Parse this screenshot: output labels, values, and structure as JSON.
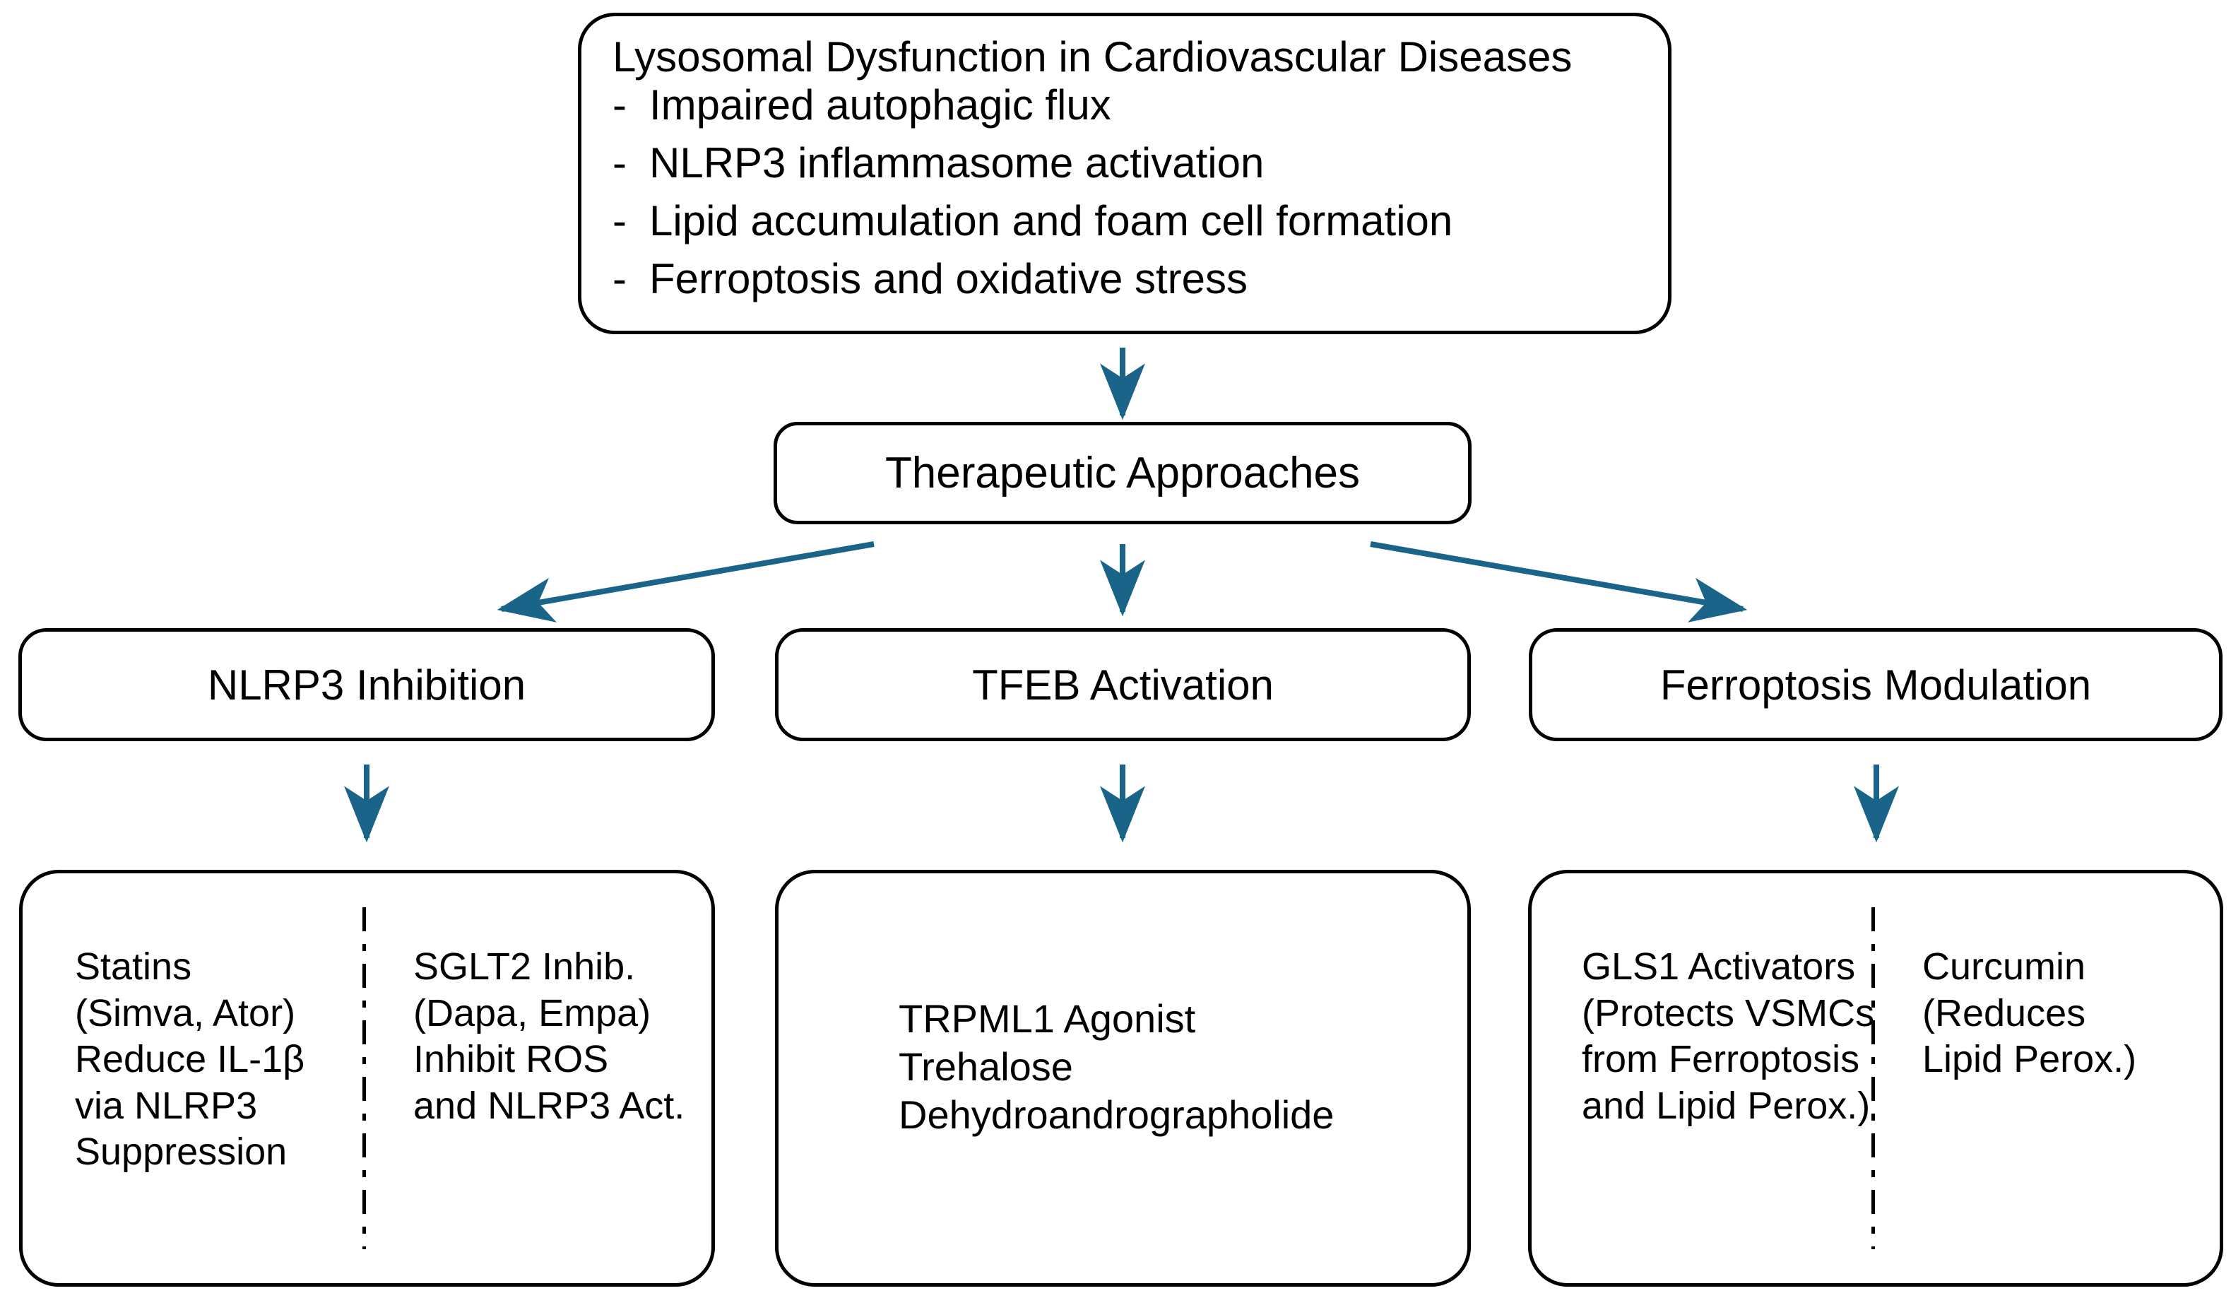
{
  "colors": {
    "arrow": "#1B6489",
    "box_border": "#000000",
    "text": "#000000",
    "background": "#FFFFFF"
  },
  "top_box": {
    "title": "Lysosomal Dysfunction in Cardiovascular Diseases",
    "bullet_marker": "-",
    "bullets": [
      "Impaired autophagic flux",
      "NLRP3 inflammasome activation",
      "Lipid accumulation and foam cell formation",
      "Ferroptosis and oxidative stress"
    ]
  },
  "hub": {
    "title": "Therapeutic Approaches"
  },
  "pillars": [
    {
      "title": "NLRP3 Inhibition"
    },
    {
      "title": "TFEB Activation"
    },
    {
      "title": "Ferroptosis Modulation"
    }
  ],
  "panels": {
    "nlrp3": {
      "split": true,
      "left_column": "Statins\n(Simva, Ator)\nReduce IL-1β\nvia NLRP3\nSuppression",
      "right_column": "SGLT2 Inhib.\n(Dapa, Empa)\nInhibit ROS\nand NLRP3 Act."
    },
    "tfeb": {
      "split": false,
      "text": "TRPML1 Agonist\nTrehalose\nDehydroandrographolide"
    },
    "ferroptosis": {
      "split": true,
      "left_column": "GLS1 Activators\n(Protects VSMCs\nfrom Ferroptosis\nand Lipid Perox.)",
      "right_column": "Curcumin\n(Reduces\nLipid Perox.)"
    }
  }
}
